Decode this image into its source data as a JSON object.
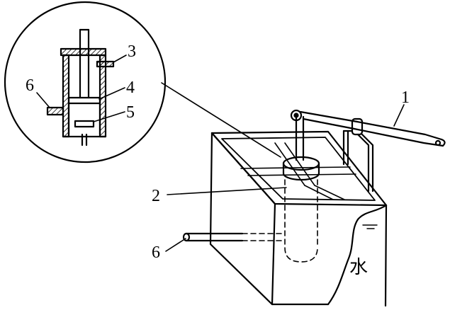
{
  "labels": {
    "part_1": "1",
    "part_2": "2",
    "part_3": "3",
    "part_4": "4",
    "part_5": "5",
    "part_6_detail": "6",
    "part_6_main": "6",
    "water": "水"
  },
  "colors": {
    "line": "#000000",
    "background": "#ffffff"
  }
}
